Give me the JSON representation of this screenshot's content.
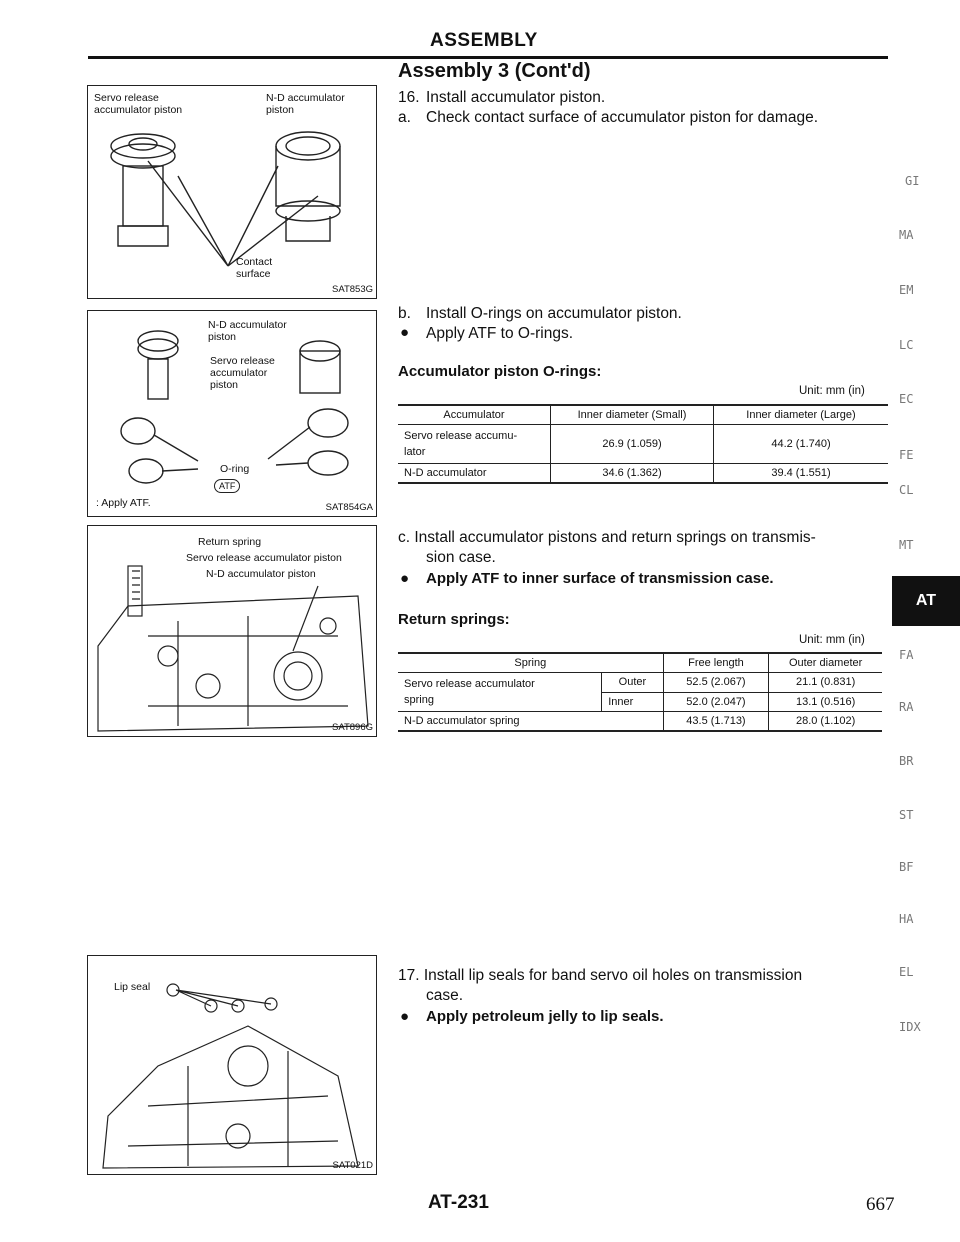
{
  "header": {
    "section": "ASSEMBLY",
    "subtitle": "Assembly 3 (Cont'd)"
  },
  "figures": {
    "fig1": {
      "label_left": "Servo release\naccumulator piston",
      "label_right": "N-D accumulator\npiston",
      "label_contact": "Contact\nsurface",
      "code": "SAT853G"
    },
    "fig2": {
      "label_nd": "N-D accumulator\npiston",
      "label_servo": "Servo release\naccumulator\npiston",
      "label_oring": "O-ring",
      "atf_badge": "ATF",
      "legend": ": Apply ATF.",
      "code": "SAT854GA"
    },
    "fig3": {
      "label_return": "Return spring",
      "label_servo": "Servo release accumulator piston",
      "label_nd": "N-D accumulator piston",
      "code": "SAT896G"
    },
    "fig4": {
      "label_lip": "Lip seal",
      "code": "SAT021D"
    }
  },
  "steps": {
    "s16": {
      "num": "16.",
      "text": "Install accumulator piston."
    },
    "s16a": {
      "num": "a.",
      "text": "Check contact surface of accumulator piston for damage."
    },
    "s16b": {
      "num": "b.",
      "text": "Install O-rings on accumulator piston."
    },
    "s16b_bullet": "Apply ATF to O-rings.",
    "oring_heading": "Accumulator piston O-rings:",
    "s16c_line1": "c.  Install accumulator pistons and return springs on transmis-",
    "s16c_line2": "sion case.",
    "s16c_bullet": "Apply ATF to inner surface of transmission case.",
    "springs_heading": "Return springs:",
    "s17_line1": "17.  Install lip seals for band servo oil holes on transmission",
    "s17_line2": "case.",
    "s17_bullet": "Apply petroleum jelly to lip seals."
  },
  "oring_table": {
    "unit": "Unit: mm (in)",
    "headers": [
      "Accumulator",
      "Inner diameter (Small)",
      "Inner diameter (Large)"
    ],
    "rows": [
      [
        "Servo release accumu-\nlator",
        "26.9 (1.059)",
        "44.2 (1.740)"
      ],
      [
        "N-D accumulator",
        "34.6 (1.362)",
        "39.4 (1.551)"
      ]
    ]
  },
  "spring_table": {
    "unit": "Unit: mm (in)",
    "headers": [
      "Spring",
      "Free length",
      "Outer diameter"
    ],
    "servo_label": "Servo release accumulator\nspring",
    "outer": "Outer",
    "inner": "Inner",
    "servo_outer": [
      "52.5 (2.067)",
      "21.1 (0.831)"
    ],
    "servo_inner": [
      "52.0 (2.047)",
      "13.1 (0.516)"
    ],
    "nd_label": "N-D accumulator spring",
    "nd": [
      "43.5 (1.713)",
      "28.0 (1.102)"
    ]
  },
  "sidebar": {
    "tabs": [
      "GI",
      "MA",
      "EM",
      "LC",
      "EC",
      "FE",
      "CL",
      "MT",
      "AT",
      "FA",
      "RA",
      "BR",
      "ST",
      "BF",
      "HA",
      "EL",
      "IDX"
    ],
    "active": "AT"
  },
  "footer": {
    "code": "AT-231",
    "page": "667"
  }
}
